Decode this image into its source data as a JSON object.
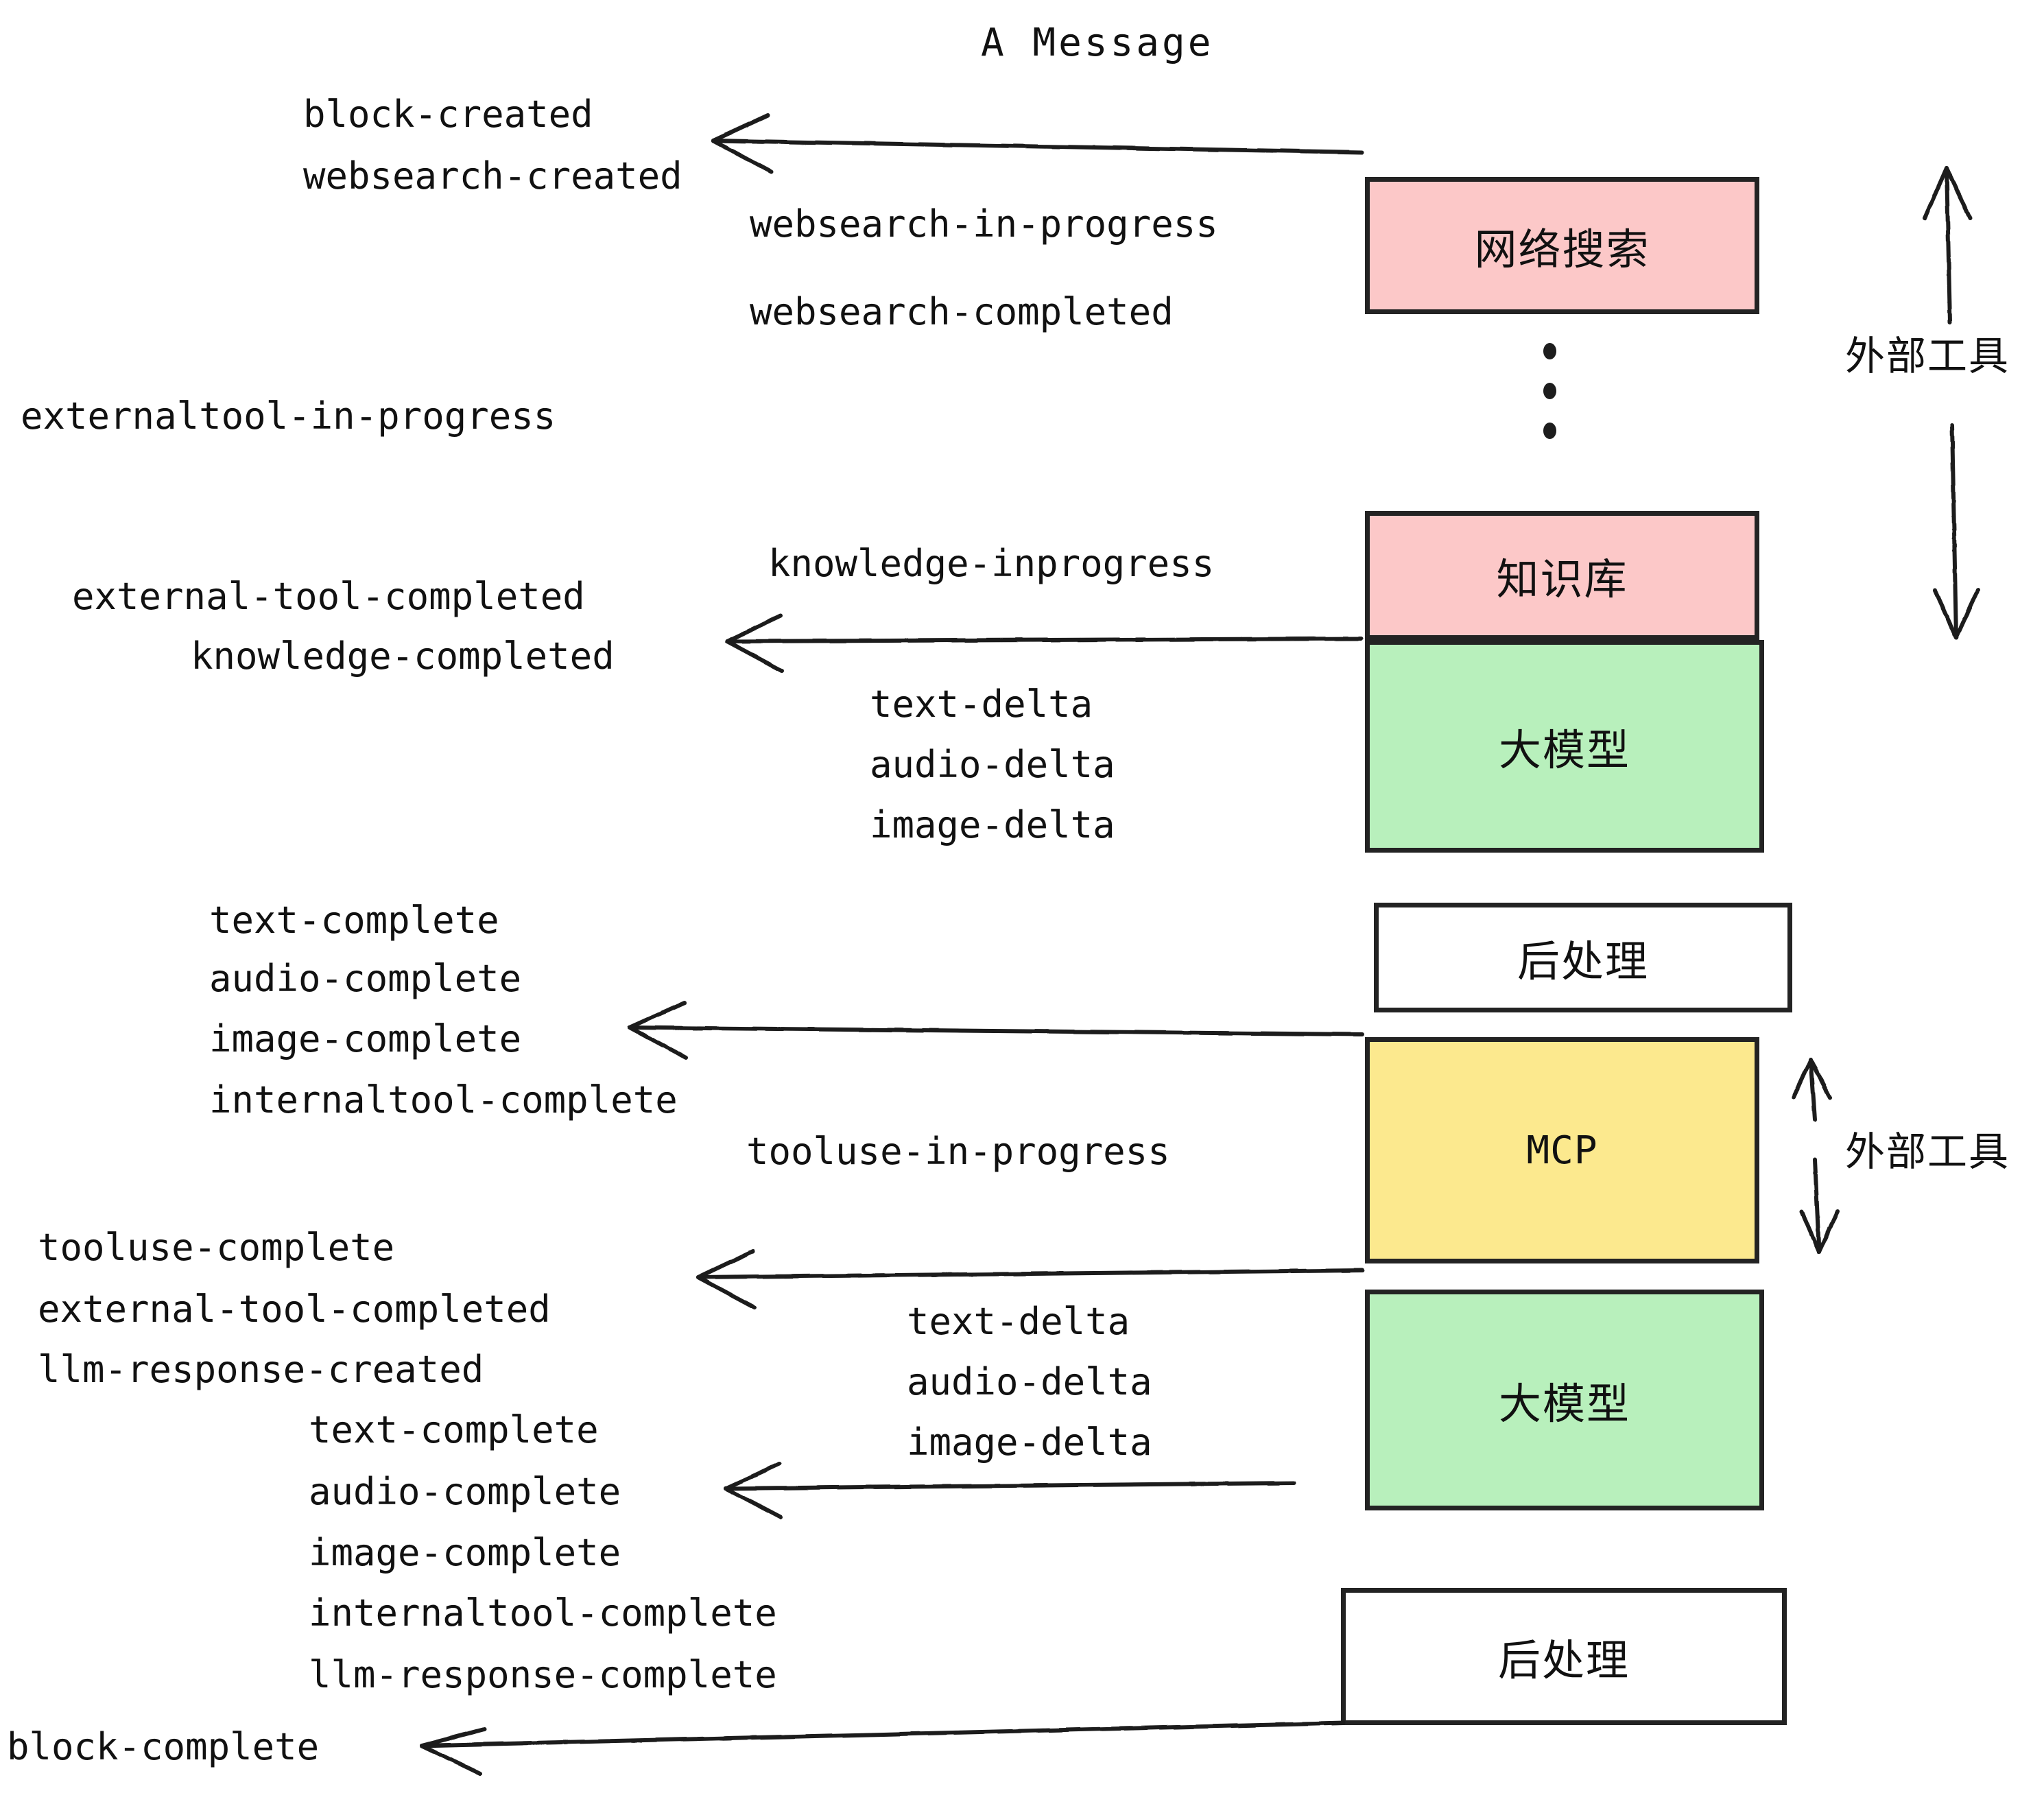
{
  "title": "A Message",
  "components": [
    {
      "id": "websearch",
      "label": "网络搜索",
      "color": "#fcc8c8",
      "kind": "cjk"
    },
    {
      "id": "knowledge",
      "label": "知识库",
      "color": "#fcc8c8",
      "kind": "cjk"
    },
    {
      "id": "llm-1",
      "label": "大模型",
      "color": "#b8f0bc",
      "kind": "cjk"
    },
    {
      "id": "postproc-1",
      "label": "后处理",
      "color": "#ffffff",
      "kind": "cjk"
    },
    {
      "id": "mcp",
      "label": "MCP",
      "color": "#fce98e",
      "kind": "mono"
    },
    {
      "id": "llm-2",
      "label": "大模型",
      "color": "#b8f0bc",
      "kind": "cjk"
    },
    {
      "id": "postproc-2",
      "label": "后处理",
      "color": "#ffffff",
      "kind": "cjk"
    }
  ],
  "annotations": [
    {
      "id": "external-tools-top",
      "label": "外部工具"
    },
    {
      "id": "external-tools-bottom",
      "label": "外部工具"
    }
  ],
  "events": [
    {
      "id": "block-created",
      "text": "block-created"
    },
    {
      "id": "websearch-created",
      "text": "websearch-created"
    },
    {
      "id": "websearch-in-progress",
      "text": "websearch-in-progress"
    },
    {
      "id": "websearch-completed",
      "text": "websearch-completed"
    },
    {
      "id": "externaltool-in-progress",
      "text": "externaltool-in-progress"
    },
    {
      "id": "knowledge-inprogress",
      "text": "knowledge-inprogress"
    },
    {
      "id": "external-tool-completed-1",
      "text": "external-tool-completed"
    },
    {
      "id": "knowledge-completed",
      "text": "knowledge-completed"
    },
    {
      "id": "text-delta-1",
      "text": "text-delta"
    },
    {
      "id": "audio-delta-1",
      "text": "audio-delta"
    },
    {
      "id": "image-delta-1",
      "text": "image-delta"
    },
    {
      "id": "text-complete-1",
      "text": "text-complete"
    },
    {
      "id": "audio-complete-1",
      "text": "audio-complete"
    },
    {
      "id": "image-complete-1",
      "text": "image-complete"
    },
    {
      "id": "internaltool-complete-1",
      "text": "internaltool-complete"
    },
    {
      "id": "tooluse-in-progress",
      "text": "tooluse-in-progress"
    },
    {
      "id": "tooluse-complete",
      "text": "tooluse-complete"
    },
    {
      "id": "external-tool-completed-2",
      "text": "external-tool-completed"
    },
    {
      "id": "llm-response-created",
      "text": "llm-response-created"
    },
    {
      "id": "text-delta-2",
      "text": "text-delta"
    },
    {
      "id": "audio-delta-2",
      "text": "audio-delta"
    },
    {
      "id": "image-delta-2",
      "text": "image-delta"
    },
    {
      "id": "text-complete-2",
      "text": "text-complete"
    },
    {
      "id": "audio-complete-2",
      "text": "audio-complete"
    },
    {
      "id": "image-complete-2",
      "text": "image-complete"
    },
    {
      "id": "internaltool-complete-2",
      "text": "internaltool-complete"
    },
    {
      "id": "llm-response-complete",
      "text": "llm-response-complete"
    },
    {
      "id": "block-complete",
      "text": "block-complete"
    }
  ],
  "colors": {
    "pink": "#fcc8c8",
    "green": "#b8f0bc",
    "yellow": "#fce98e",
    "white": "#ffffff",
    "stroke": "#232323",
    "text": "#111111",
    "background": "#ffffff"
  }
}
